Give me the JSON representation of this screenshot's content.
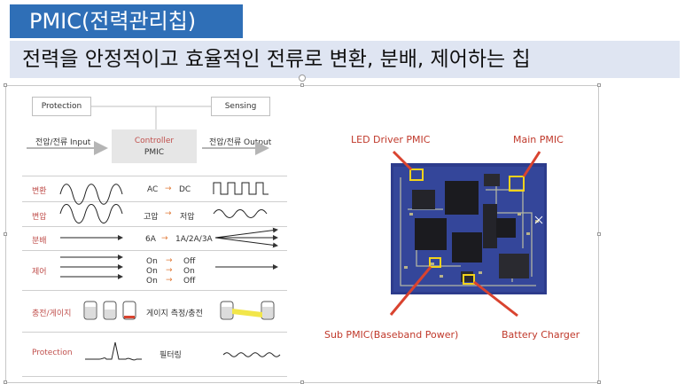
{
  "title": "PMIC(전력관리칩)",
  "subtitle": "전력을 안정적이고 효율적인 전류로 변환, 분배, 제어하는 칩",
  "diagram": {
    "protection_box": "Protection",
    "sensing_box": "Sensing",
    "input_label": "전압/전류 Input",
    "output_label": "전압/전류 Output",
    "controller_line1": "Controller",
    "controller_line2": "PMIC"
  },
  "table": {
    "rows": [
      {
        "label": "변환",
        "left": "AC",
        "right": "DC"
      },
      {
        "label": "변압",
        "left": "고압",
        "right": "저압"
      },
      {
        "label": "분배",
        "left": "6A",
        "right": "1A/2A/3A"
      },
      {
        "label": "제어",
        "pairs": [
          [
            "On",
            "Off"
          ],
          [
            "On",
            "On"
          ],
          [
            "On",
            "Off"
          ]
        ]
      },
      {
        "label": "충전/게이지",
        "middle": "게이지 측정/충전"
      },
      {
        "label": "Protection",
        "middle": "필터링"
      }
    ]
  },
  "board": {
    "led_driver": "LED Driver PMIC",
    "main_pmic": "Main PMIC",
    "sub_pmic": "Sub PMIC(Baseband Power)",
    "battery_charger": "Battery Charger"
  },
  "colors": {
    "title_bg": "#2f6fb7",
    "subtitle_bg": "#dfe5f2",
    "accent_red": "#c0504d",
    "arrow_orange": "#e07b39",
    "pointer_red": "#d9432f",
    "board_blue": "#2d3c8c"
  }
}
